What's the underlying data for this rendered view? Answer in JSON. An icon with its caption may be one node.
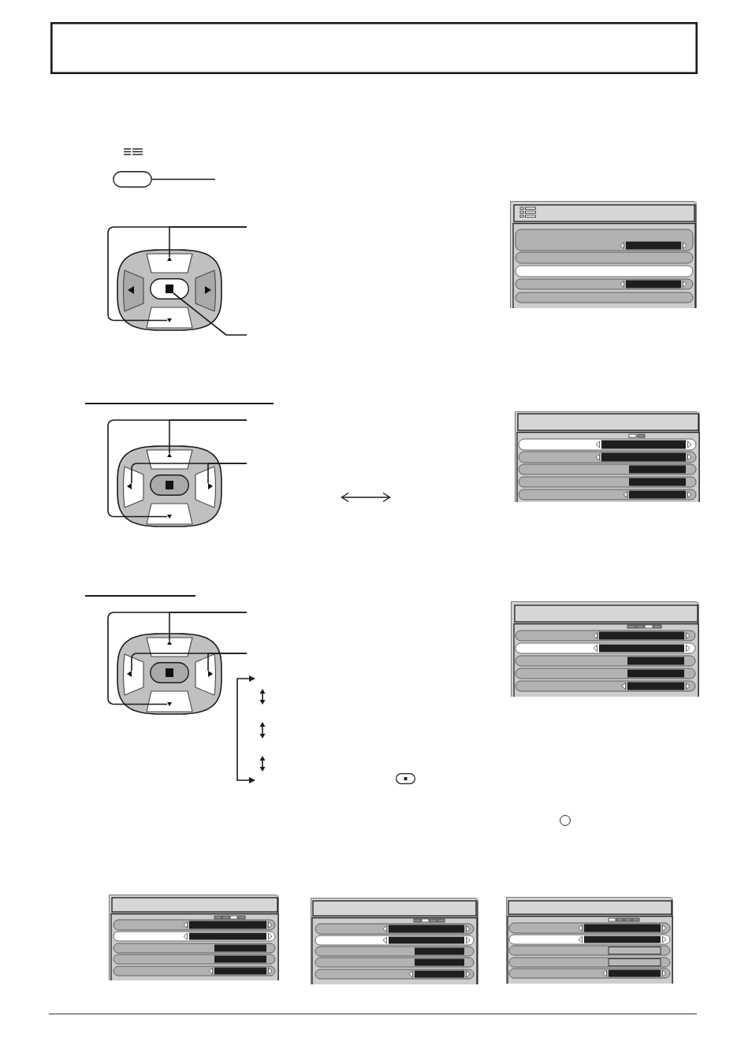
{
  "diagram": {
    "nodes": [
      {
        "text": [],
        "shape": "oval"
      },
      {
        "text": [],
        "shape": "pad"
      },
      {
        "text": [],
        "shape": "trapezoid",
        "in": 1
      },
      {
        "text": [],
        "shape": "trapezoid",
        "in": 1
      },
      {
        "text": [],
        "shape": "oval",
        "in": 1
      },
      {
        "text": [],
        "shape": "trapezoid",
        "in": 1
      },
      {
        "text": [],
        "shape": "trapezoid",
        "in": 1
      },
      {
        "text": [],
        "shape": "pad"
      },
      {
        "text": [],
        "shape": "trapezoid",
        "in": 7
      },
      {
        "text": [],
        "shape": "trapezoid",
        "in": 7
      },
      {
        "text": [],
        "shape": "oval",
        "in": 7
      },
      {
        "text": [],
        "shape": "trapezoid",
        "in": 7
      },
      {
        "text": [],
        "shape": "trapezoid",
        "in": 7
      },
      {
        "text": [],
        "shape": "pad"
      },
      {
        "text": [],
        "shape": "trapezoid",
        "in": 13
      },
      {
        "text": [],
        "shape": "trapezoid",
        "in": 13
      },
      {
        "text": [],
        "shape": "oval",
        "in": 13
      },
      {
        "text": [],
        "shape": "trapezoid",
        "in": 13
      },
      {
        "text": [],
        "shape": "trapezoid",
        "in": 13
      }
    ],
    "edges": [
      {
        "from": null,
        "to": 0,
        "arrow": "none"
      },
      {
        "from": null,
        "to": 2,
        "arrow": "none"
      },
      {
        "from": null,
        "to": 6,
        "arrow": "none"
      },
      {
        "from": null,
        "to": 4,
        "arrow": "none"
      },
      {
        "from": null,
        "to": 8,
        "arrow": "none"
      },
      {
        "from": null,
        "to": 12,
        "arrow": "none"
      },
      {
        "from": null,
        "to": 9,
        "arrow": "none"
      },
      {
        "from": null,
        "to": 11,
        "arrow": "none"
      },
      {
        "from": null,
        "to": 14,
        "arrow": "none"
      },
      {
        "from": null,
        "to": 18,
        "arrow": "none"
      },
      {
        "from": null,
        "to": 15,
        "arrow": "none"
      },
      {
        "from": null,
        "to": 17,
        "arrow": "none"
      }
    ]
  }
}
